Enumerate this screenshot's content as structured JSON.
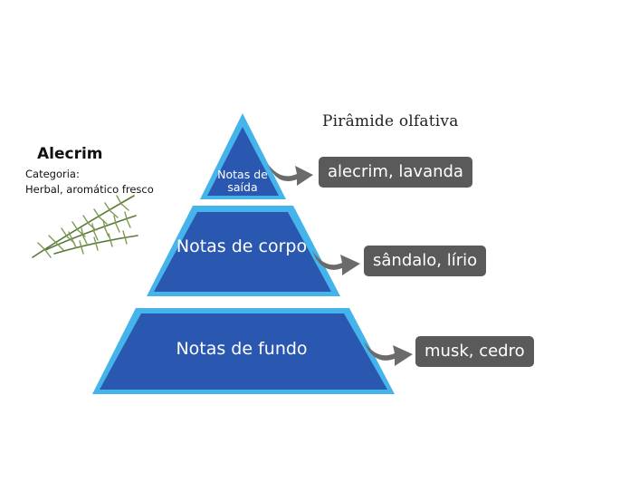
{
  "product": {
    "name": "Alecrim",
    "category_label": "Categoria:",
    "category_value": "Herbal, aromático fresco",
    "image_icon": "rosemary-sprig-icon"
  },
  "diagram": {
    "title": "Pirâmide olfativa",
    "colors": {
      "tier_fill": "#2a57b0",
      "tier_border": "#45b4ea",
      "badge_bg": "#5a5a5a",
      "arrow": "#6b6b6b"
    },
    "tiers": [
      {
        "label": "Notas de saída",
        "notes": "alecrim, lavanda"
      },
      {
        "label": "Notas de corpo",
        "notes": "sândalo, lírio"
      },
      {
        "label": "Notas de fundo",
        "notes": "musk, cedro"
      }
    ]
  }
}
